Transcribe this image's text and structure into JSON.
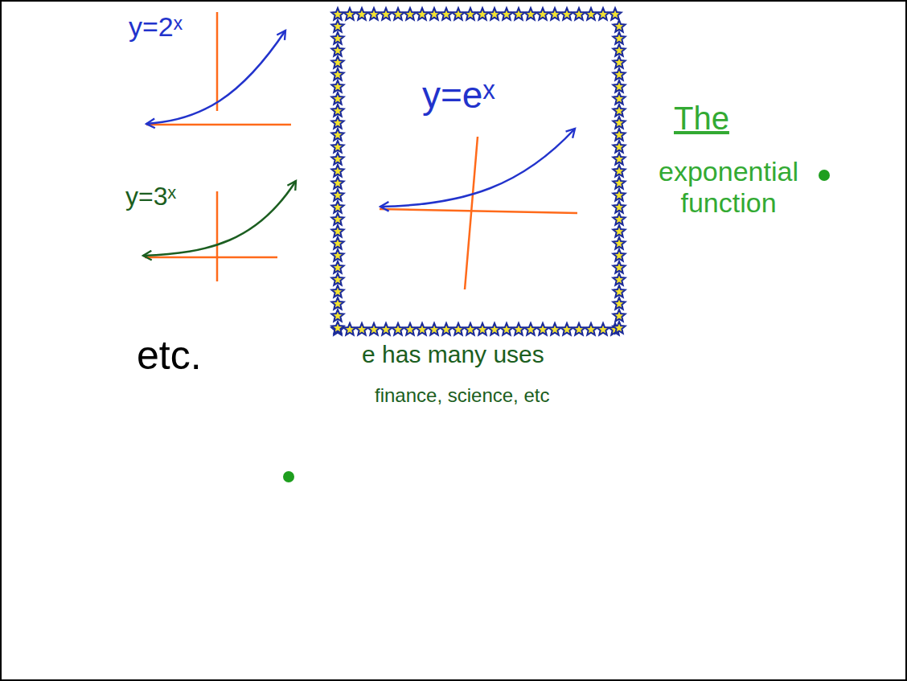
{
  "diagram": {
    "nodes": [
      {
        "text": [
          "y=eˣ"
        ]
      }
    ],
    "labels": [
      "y=2ˣ",
      "y=3ˣ",
      "The",
      "exponential function",
      "etc.",
      "e has many uses",
      "finance, science, etc"
    ]
  }
}
